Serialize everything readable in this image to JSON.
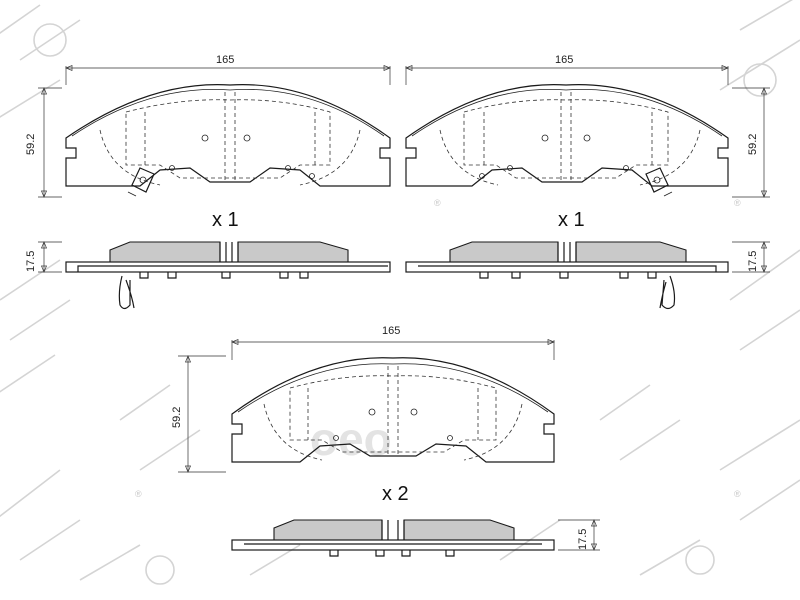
{
  "watermark": {
    "brand": "oeo",
    "registered_mark": "®"
  },
  "pads": [
    {
      "id": "top-left",
      "width_label": "165",
      "height_label": "59.2",
      "thickness_label": "17.5",
      "quantity_label": "x 1"
    },
    {
      "id": "top-right",
      "width_label": "165",
      "height_label": "59.2",
      "thickness_label": "17.5",
      "quantity_label": "x 1"
    },
    {
      "id": "bottom",
      "width_label": "165",
      "height_label": "59.2",
      "thickness_label": "17.5",
      "quantity_label": "x 2"
    }
  ]
}
